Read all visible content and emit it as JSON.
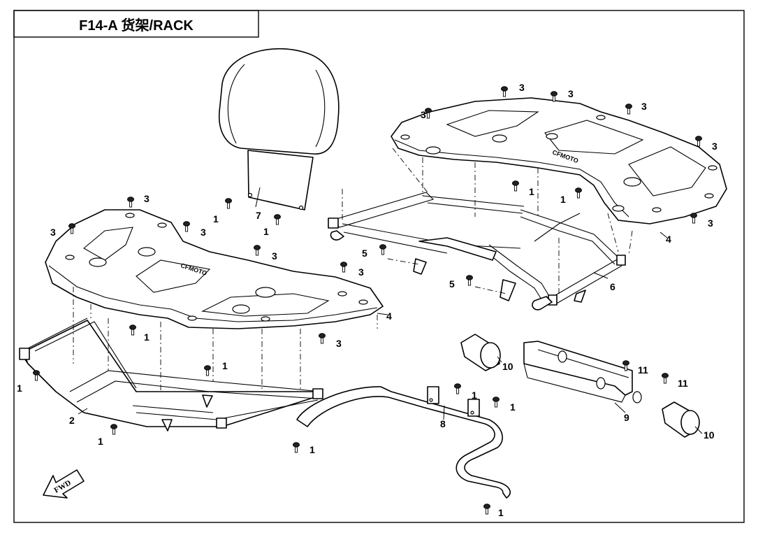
{
  "diagram": {
    "title": "F14-A 货架/RACK",
    "brand_text": "CFMOTO",
    "fwd_label": "FWD",
    "callouts": [
      {
        "id": "c1",
        "label": "1"
      },
      {
        "id": "c2",
        "label": "1"
      },
      {
        "id": "c3",
        "label": "1"
      },
      {
        "id": "c4",
        "label": "1"
      },
      {
        "id": "c5",
        "label": "1"
      },
      {
        "id": "c6",
        "label": "1"
      },
      {
        "id": "c7",
        "label": "1"
      },
      {
        "id": "c8",
        "label": "1"
      },
      {
        "id": "c9",
        "label": "1"
      },
      {
        "id": "c10",
        "label": "1"
      },
      {
        "id": "c11",
        "label": "1"
      },
      {
        "id": "c12",
        "label": "1"
      },
      {
        "id": "c13",
        "label": "2"
      },
      {
        "id": "c14",
        "label": "3"
      },
      {
        "id": "c15",
        "label": "3"
      },
      {
        "id": "c16",
        "label": "3"
      },
      {
        "id": "c17",
        "label": "3"
      },
      {
        "id": "c18",
        "label": "3"
      },
      {
        "id": "c19",
        "label": "3"
      },
      {
        "id": "c20",
        "label": "3"
      },
      {
        "id": "c21",
        "label": "3"
      },
      {
        "id": "c22",
        "label": "3"
      },
      {
        "id": "c23",
        "label": "3"
      },
      {
        "id": "c24",
        "label": "3"
      },
      {
        "id": "c25",
        "label": "3"
      },
      {
        "id": "c26",
        "label": "4"
      },
      {
        "id": "c27",
        "label": "4"
      },
      {
        "id": "c28",
        "label": "5"
      },
      {
        "id": "c29",
        "label": "5"
      },
      {
        "id": "c30",
        "label": "6"
      },
      {
        "id": "c31",
        "label": "7"
      },
      {
        "id": "c32",
        "label": "8"
      },
      {
        "id": "c33",
        "label": "9"
      },
      {
        "id": "c34",
        "label": "10"
      },
      {
        "id": "c35",
        "label": "10"
      },
      {
        "id": "c36",
        "label": "11"
      },
      {
        "id": "c37",
        "label": "11"
      }
    ]
  }
}
